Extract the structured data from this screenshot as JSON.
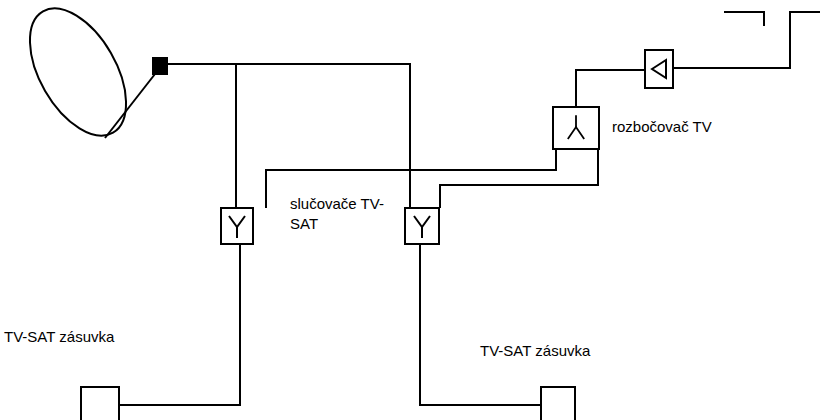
{
  "diagram": {
    "nodes": [
      {
        "text": [
          "rozbočovač TV"
        ]
      },
      {
        "text": [
          "TV-SAT zásuvka"
        ]
      },
      {
        "text": [
          "TV-SAT zásuvka"
        ]
      }
    ],
    "labels": [
      "slučovače TV-SAT"
    ]
  }
}
